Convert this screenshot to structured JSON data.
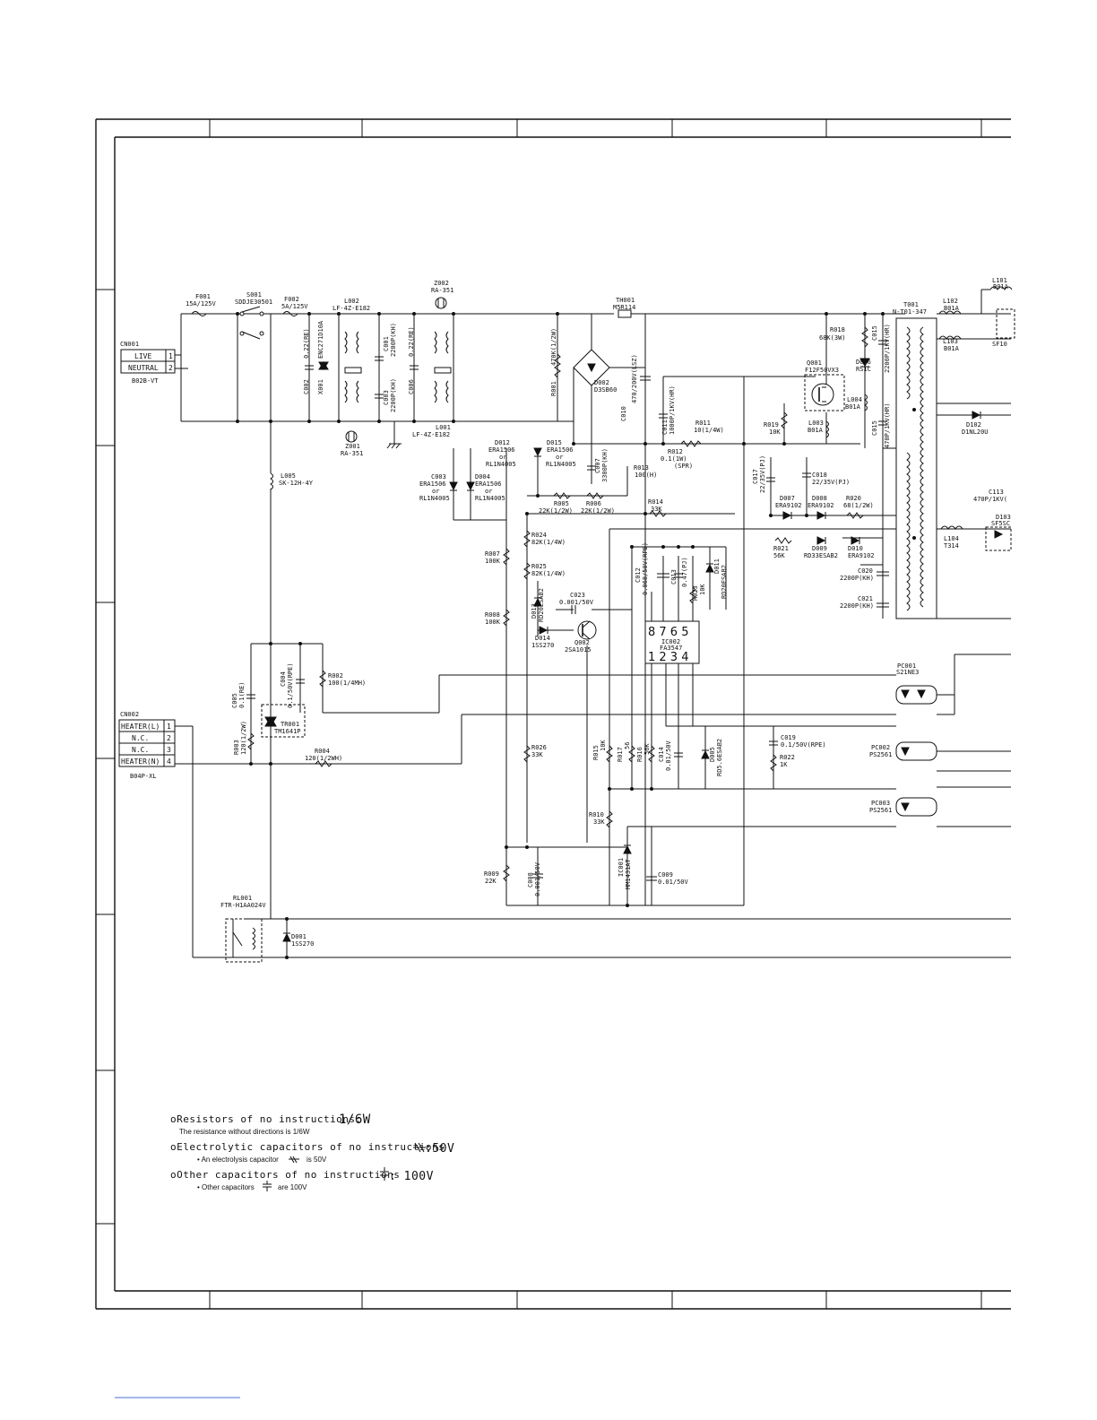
{
  "connectors": {
    "cn001": {
      "ref": "CN001",
      "pins": [
        {
          "num": "1",
          "name": "LIVE"
        },
        {
          "num": "2",
          "name": "NEUTRAL"
        }
      ],
      "part": "B02B-VT"
    },
    "cn002": {
      "ref": "CN002",
      "pins": [
        {
          "num": "1",
          "name": "HEATER(L)"
        },
        {
          "num": "2",
          "name": "N.C."
        },
        {
          "num": "3",
          "name": "N.C."
        },
        {
          "num": "4",
          "name": "HEATER(N)"
        }
      ],
      "part": "B04P-XL"
    }
  },
  "components": {
    "f001": {
      "ref": "F001",
      "value": "15A/125V"
    },
    "s001": {
      "ref": "S001",
      "value": "SDDJE30501"
    },
    "f002": {
      "ref": "F002",
      "value": "5A/125V"
    },
    "l002": {
      "ref": "L002",
      "value": "LF-4Z-E182"
    },
    "z002": {
      "ref": "Z002",
      "value": "RA-351"
    },
    "th001": {
      "ref": "TH001",
      "value": "M5R114"
    },
    "t001": {
      "ref": "T001",
      "value": "N-T01-347"
    },
    "l102": {
      "ref": "L102",
      "value": "B01A"
    },
    "l103": {
      "ref": "L103",
      "value": "B01A"
    },
    "l101": {
      "ref": "L101",
      "value": "B01A"
    },
    "sf10": {
      "ref": "SF10",
      "value": ""
    },
    "c002": {
      "ref": "C002",
      "value": "0.22(RE)"
    },
    "x001": {
      "ref": "X001",
      "value": "ENC271D10A"
    },
    "c001": {
      "ref": "C001",
      "value": "2200P(KH)"
    },
    "c006": {
      "ref": "C006",
      "value": "0.22(RE)"
    },
    "c003": {
      "ref": "C003",
      "value": "2200P(KH)"
    },
    "z001": {
      "ref": "Z001",
      "value": "RA-351"
    },
    "l001": {
      "ref": "L001",
      "value": "LF-4Z-E182"
    },
    "r001": {
      "ref": "R001",
      "value": "470K(1/2W)"
    },
    "d002": {
      "ref": "D002",
      "value": "D3SB60"
    },
    "c010": {
      "ref": "C010",
      "value": "470/200V(LSZ)"
    },
    "c011": {
      "ref": "C011",
      "value": "1000P/1KV(HR)"
    },
    "r018": {
      "ref": "R018",
      "value": "68K(3W)"
    },
    "c015a": {
      "ref": "C015",
      "value": "2200P/1KV(HR)"
    },
    "q001": {
      "ref": "Q001",
      "value": "F12F50VX3"
    },
    "d006": {
      "ref": "D006",
      "value": "RS1C"
    },
    "l004": {
      "ref": "L004",
      "value": "B01A"
    },
    "l003": {
      "ref": "L003",
      "value": "B01A"
    },
    "c015b": {
      "ref": "C015",
      "value": "470P/1KV(HR)"
    },
    "d102": {
      "ref": "D102",
      "value": "D1NL20U"
    },
    "r011": {
      "ref": "R011",
      "value": "10(1/4W)"
    },
    "r019": {
      "ref": "R019",
      "value": "10K"
    },
    "r012": {
      "ref": "R012",
      "value": "0.1(1W)"
    },
    "r012b": {
      "ref": "",
      "value": "(SPR)"
    },
    "d012": {
      "ref": "D012",
      "value": "ERA1506"
    },
    "d015": {
      "ref": "D015",
      "value": "ERA1506"
    },
    "or": {
      "ref": "",
      "value": "or"
    },
    "rl": {
      "ref": "",
      "value": "RL1N4005"
    },
    "c007": {
      "ref": "C007",
      "value": "3300P(KH)"
    },
    "r013": {
      "ref": "R013",
      "value": "100(H)"
    },
    "c017": {
      "ref": "C017",
      "value": "22/35V(PJ)"
    },
    "c018": {
      "ref": "C018",
      "value": "22/35V(PJ)"
    },
    "d007": {
      "ref": "D007",
      "value": "ERA9102"
    },
    "d008": {
      "ref": "D008",
      "value": "ERA9102"
    },
    "r020": {
      "ref": "R020",
      "value": "68(1/2W)"
    },
    "c113": {
      "ref": "C113",
      "value": "470P/1KV("
    },
    "d103": {
      "ref": "D103",
      "value": "SF5SC"
    },
    "l104": {
      "ref": "L104",
      "value": "T314"
    },
    "l005": {
      "ref": "L005",
      "value": "SK-12H-4Y"
    },
    "c003b": {
      "ref": "C003",
      "value": "ERA1506"
    },
    "d004": {
      "ref": "D004",
      "value": "ERA1506"
    },
    "r005": {
      "ref": "R005",
      "value": "22K(1/2W)"
    },
    "r006": {
      "ref": "R006",
      "value": "22K(1/2W)"
    },
    "r014": {
      "ref": "R014",
      "value": "33K"
    },
    "r024": {
      "ref": "R024",
      "value": "82K(1/4W)"
    },
    "r021": {
      "ref": "R021",
      "value": "56K"
    },
    "d009": {
      "ref": "D009",
      "value": "RD33ESAB2"
    },
    "d010": {
      "ref": "D010",
      "value": "ERA9102"
    },
    "r007": {
      "ref": "R007",
      "value": "100K"
    },
    "r025": {
      "ref": "R025",
      "value": "82K(1/4W)"
    },
    "c012": {
      "ref": "C012",
      "value": "0.068/50V(RPE)"
    },
    "c013": {
      "ref": "C013",
      "value": "0.47(PJ)"
    },
    "d011": {
      "ref": "D011",
      "value": "RD20ESAB2"
    },
    "r023": {
      "ref": "R023",
      "value": "10K"
    },
    "c020": {
      "ref": "C020",
      "value": "2200P(KH)"
    },
    "c021": {
      "ref": "C021",
      "value": "2200P(KH)"
    },
    "d013": {
      "ref": "D013",
      "value": "RD20ESAB2"
    },
    "c023": {
      "ref": "C023",
      "value": "0.001/50V"
    },
    "r008": {
      "ref": "R008",
      "value": "100K"
    },
    "d014": {
      "ref": "D014",
      "value": "1SS270"
    },
    "q002": {
      "ref": "Q002",
      "value": "2SA1015"
    },
    "ic002": {
      "ref": "IC002",
      "value": "FA3547",
      "top_pins": "8 7 6 5",
      "bottom_pins": "1 2 3 4"
    },
    "pc001": {
      "ref": "PC001",
      "value": "S21NE3"
    },
    "c005": {
      "ref": "C005",
      "value": "0.1(RE)"
    },
    "c004": {
      "ref": "C004",
      "value": "0.1/50V(RPE)"
    },
    "r002": {
      "ref": "R002",
      "value": "100(1/4MH)"
    },
    "tr001": {
      "ref": "TR001",
      "value": "TM1641P"
    },
    "r003": {
      "ref": "R003",
      "value": "120(1/2W)"
    },
    "r004": {
      "ref": "R004",
      "value": "120(1/2WH)"
    },
    "r026": {
      "ref": "R026",
      "value": "33K"
    },
    "r015": {
      "ref": "R015",
      "value": "10K"
    },
    "r017": {
      "ref": "R017",
      "value": "56"
    },
    "r016": {
      "ref": "R016",
      "value": "56K"
    },
    "c014": {
      "ref": "C014",
      "value": "0.01/50V"
    },
    "d005": {
      "ref": "D005",
      "value": "RD5.6ESAB2"
    },
    "c019": {
      "ref": "C019",
      "value": "0.1/50V(RPE)"
    },
    "r022": {
      "ref": "R022",
      "value": "1K"
    },
    "pc002": {
      "ref": "PC002",
      "value": "PS2561"
    },
    "pc003": {
      "ref": "PC003",
      "value": "PS2561"
    },
    "r010": {
      "ref": "R010",
      "value": "33K"
    },
    "r009": {
      "ref": "R009",
      "value": "22K"
    },
    "c008": {
      "ref": "C008",
      "value": "0.001/50V"
    },
    "ic001": {
      "ref": "IC001",
      "value": "MM1431AT"
    },
    "c009": {
      "ref": "C009",
      "value": "0.01/50V"
    },
    "rl001": {
      "ref": "RL001",
      "value": "FTR-H1AA024V"
    },
    "d001": {
      "ref": "D001",
      "value": "1SS270"
    }
  },
  "notes": [
    {
      "main": "oResistors of no instructions:",
      "value": "1/6W",
      "sub": "The resistance without directions is 1/6W"
    },
    {
      "main": "oElectrolytic capacitors of no instructions",
      "value": ":50V",
      "sub": "• An electrolysis capacitor",
      "sub2": "is 50V"
    },
    {
      "main": "oOther capacitors of no instructions",
      "value": ": 100V",
      "sub": "• Other capacitors",
      "sub2": "are 100V"
    }
  ]
}
